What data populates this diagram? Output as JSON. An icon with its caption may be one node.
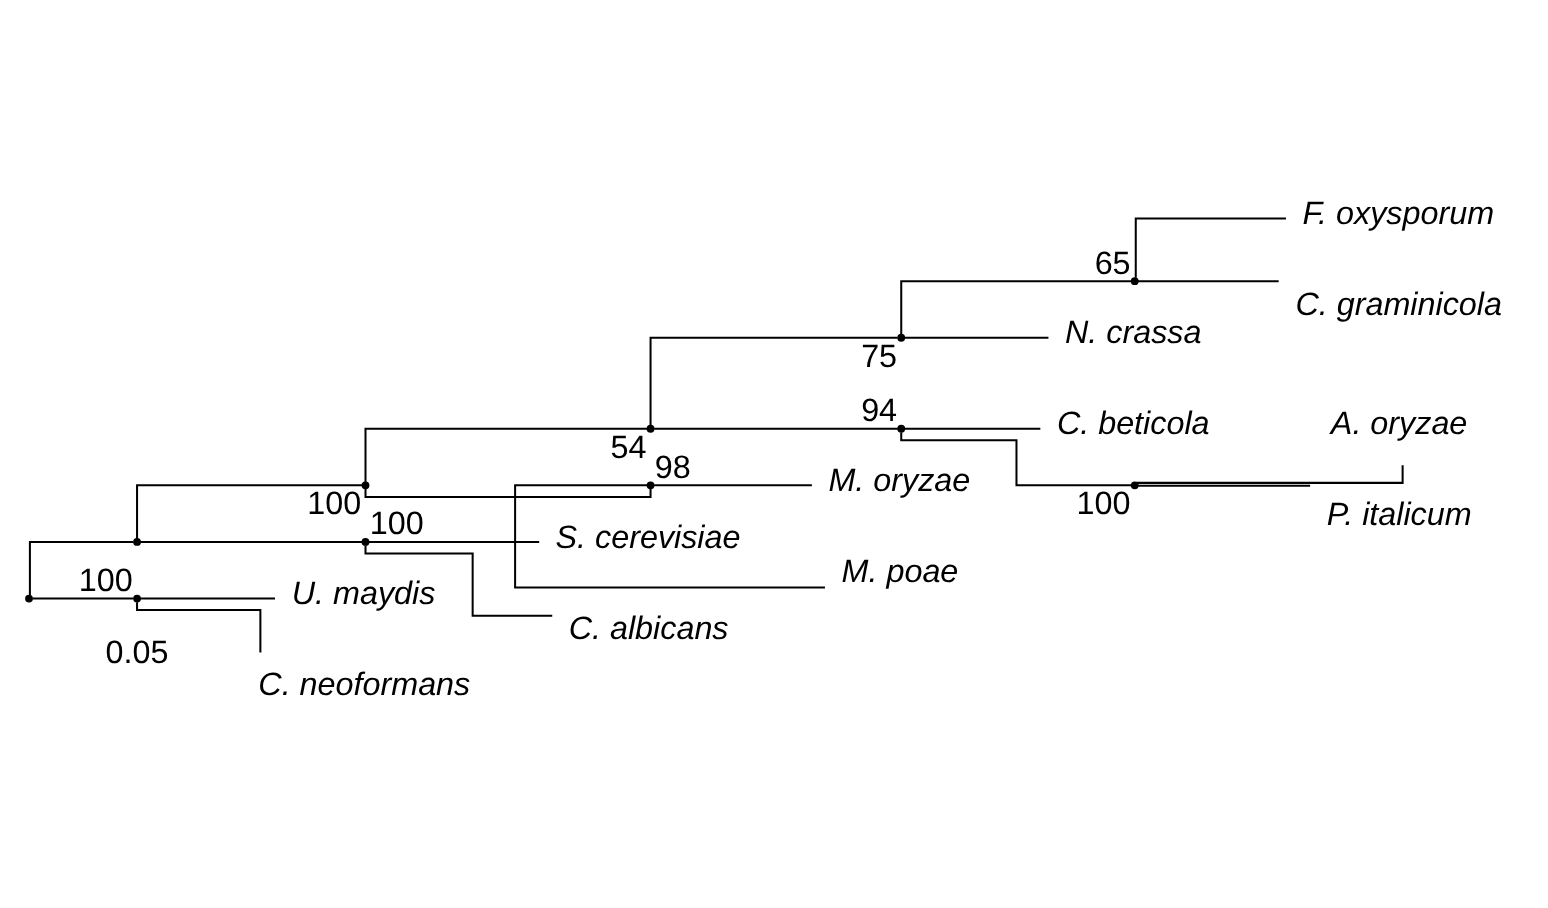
{
  "diagram": {
    "nodes": [
      {
        "text": [],
        "shape": "point"
      },
      {
        "text": [],
        "shape": "point"
      },
      {
        "text": [],
        "shape": "point",
        "beside": [
          "100"
        ]
      },
      {
        "text": [],
        "shape": "point",
        "beside": [
          "54"
        ]
      },
      {
        "text": [],
        "shape": "point",
        "beside": [
          "75"
        ]
      },
      {
        "text": [],
        "shape": "point",
        "beside": [
          "65"
        ]
      },
      {
        "text": [
          "F. oxysporum"
        ]
      },
      {
        "text": [
          "C. graminicola"
        ]
      },
      {
        "text": [
          "N. crassa"
        ]
      },
      {
        "text": [],
        "shape": "point",
        "beside": [
          "94"
        ]
      },
      {
        "text": [
          "C. beticola"
        ]
      },
      {
        "text": [],
        "shape": "point",
        "beside": [
          "100"
        ]
      },
      {
        "text": [
          "A. oryzae"
        ]
      },
      {
        "text": [
          "P. italicum"
        ]
      },
      {
        "text": [],
        "shape": "point",
        "beside": [
          "98"
        ]
      },
      {
        "text": [
          "M. oryzae"
        ]
      },
      {
        "text": [
          "M. poae"
        ]
      },
      {
        "text": [],
        "shape": "point",
        "beside": [
          "100"
        ]
      },
      {
        "text": [
          "S. cerevisiae"
        ]
      },
      {
        "text": [
          "C. albicans"
        ]
      },
      {
        "text": [],
        "shape": "point",
        "beside": [
          "100"
        ]
      },
      {
        "text": [
          "U. maydis"
        ]
      },
      {
        "text": [
          "C. neoformans"
        ]
      }
    ],
    "edges": [
      {
        "from": 0,
        "to": 1,
        "arrow": "none"
      },
      {
        "from": 1,
        "to": 2,
        "arrow": "none"
      },
      {
        "from": 2,
        "to": 3,
        "arrow": "none"
      },
      {
        "from": 3,
        "to": 4,
        "arrow": "none"
      },
      {
        "from": 4,
        "to": 5,
        "arrow": "none"
      },
      {
        "from": 5,
        "to": 6,
        "arrow": "none"
      },
      {
        "from": 5,
        "to": 7,
        "arrow": "none"
      },
      {
        "from": 4,
        "to": 8,
        "arrow": "none"
      },
      {
        "from": 3,
        "to": 9,
        "arrow": "none"
      },
      {
        "from": 9,
        "to": 10,
        "arrow": "none"
      },
      {
        "from": 9,
        "to": 11,
        "arrow": "none"
      },
      {
        "from": 11,
        "to": 12,
        "arrow": "none"
      },
      {
        "from": 11,
        "to": 13,
        "arrow": "none"
      },
      {
        "from": 2,
        "to": 14,
        "arrow": "none"
      },
      {
        "from": 14,
        "to": 15,
        "arrow": "none"
      },
      {
        "from": 14,
        "to": 16,
        "arrow": "none"
      },
      {
        "from": 1,
        "to": 17,
        "arrow": "none"
      },
      {
        "from": 17,
        "to": 18,
        "arrow": "none"
      },
      {
        "from": 17,
        "to": 19,
        "arrow": "none"
      },
      {
        "from": 0,
        "to": 20,
        "arrow": "none"
      },
      {
        "from": 20,
        "to": 21,
        "arrow": "none"
      },
      {
        "from": 20,
        "to": 22,
        "arrow": "none"
      }
    ],
    "labels": [
      "0.05"
    ]
  }
}
